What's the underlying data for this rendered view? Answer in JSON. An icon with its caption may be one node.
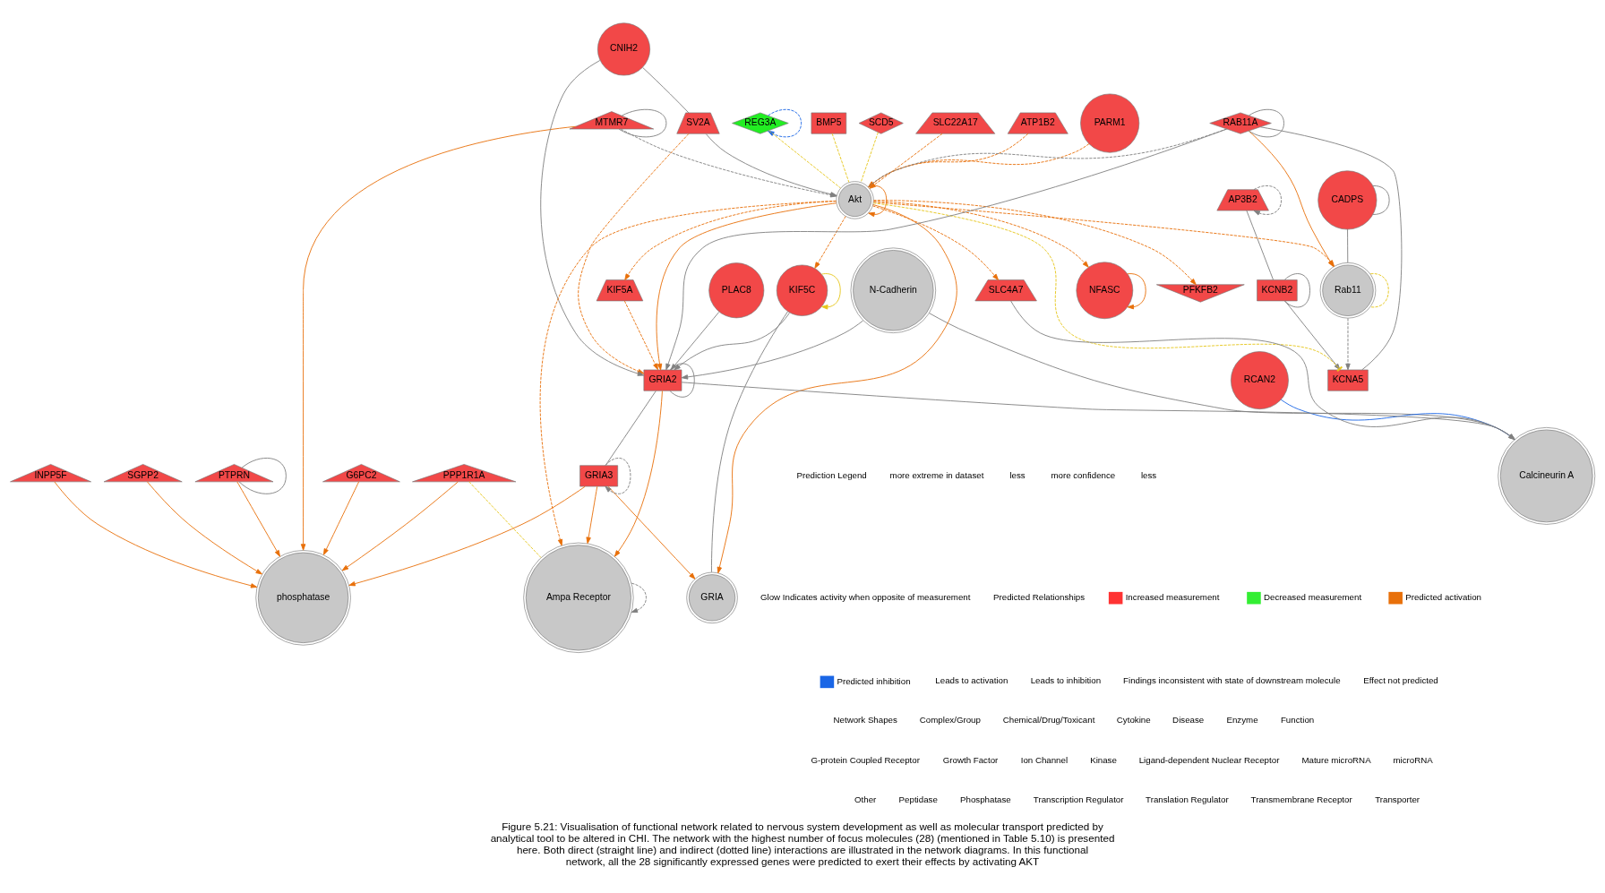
{
  "diagram": {
    "caption": "Figure 5.21: Visualisation of functional network related to nervous system development as well as molecular transport predicted by analytical tool to be altered in CHI. The network with the highest number of focus molecules (28) (mentioned in Table 5.10) is presented here. Both direct (straight line) and indirect (dotted line) interactions are illustrated in the network diagrams. In this functional network, all the 28 significantly expressed genes were predicted to exert their effects by activating AKT",
    "nodes": [
      {
        "text": [
          "phosphatase"
        ]
      },
      {
        "text": [
          "PPP1R1A"
        ]
      },
      {
        "text": [
          "G6PC2"
        ]
      },
      {
        "text": [
          "INPP5F"
        ]
      },
      {
        "text": [
          "SGPP2"
        ]
      },
      {
        "text": [
          "PTPRN"
        ]
      },
      {
        "text": [
          "MTMR7"
        ]
      },
      {
        "text": [
          "REG3A"
        ]
      },
      {
        "text": [
          "BMP5"
        ]
      },
      {
        "text": [
          "SCD5"
        ]
      },
      {
        "text": [
          "SLC22A17"
        ]
      },
      {
        "text": [
          "ATP1B2"
        ]
      },
      {
        "text": [
          "PARM1"
        ]
      },
      {
        "text": [
          "PLAC8"
        ]
      },
      {
        "text": [
          "N-Cadherin"
        ]
      },
      {
        "text": [
          "GRIA"
        ]
      },
      {
        "text": [
          "SV2A"
        ]
      },
      {
        "text": [
          "KCNB2"
        ]
      },
      {
        "text": [
          "Rab11"
        ]
      },
      {
        "text": [
          "NFASC"
        ]
      },
      {
        "text": [
          "RCAN2"
        ]
      },
      {
        "text": [
          "CNIH2"
        ]
      },
      {
        "text": [
          "CADPS"
        ]
      },
      {
        "text": [
          "AP3B2"
        ]
      },
      {
        "text": [
          "KIF5A"
        ]
      },
      {
        "text": [
          "Calcineurin A"
        ]
      },
      {
        "text": [
          "Ampa Receptor"
        ]
      },
      {
        "text": [
          "KIF5C"
        ]
      },
      {
        "text": [
          "Akt"
        ]
      },
      {
        "text": [
          "RAB11A"
        ]
      },
      {
        "text": [
          "GRIA3"
        ]
      },
      {
        "text": [
          "SLC4A7"
        ]
      },
      {
        "text": [
          "PFKFB2"
        ]
      },
      {
        "text": [
          "GRIA2"
        ]
      },
      {
        "text": [
          "KCNA5"
        ]
      }
    ],
    "edges": [
      {
        "from": 1,
        "to": 0,
        "arrow": "to",
        "color": "#e8700a"
      },
      {
        "from": 2,
        "to": 0,
        "arrow": "to",
        "color": "#e8700a"
      },
      {
        "from": 3,
        "to": 0,
        "arrow": "to",
        "color": "#e8700a"
      },
      {
        "from": 4,
        "to": 0,
        "arrow": "to",
        "color": "#e8700a"
      },
      {
        "from": 5,
        "to": 0,
        "arrow": "to",
        "color": "#e8700a"
      },
      {
        "from": 6,
        "to": 0,
        "arrow": "to",
        "color": "#e8700a"
      },
      {
        "from": 30,
        "to": 0,
        "arrow": "to",
        "color": "#e8700a"
      },
      {
        "from": 30,
        "to": 26,
        "arrow": "to",
        "color": "#e8700a"
      },
      {
        "from": 30,
        "to": 15,
        "arrow": "to",
        "color": "#e8700a"
      },
      {
        "from": 5,
        "to": 5,
        "arrow": "none"
      },
      {
        "from": 6,
        "to": 6,
        "arrow": "none"
      },
      {
        "from": 7,
        "to": 7,
        "arrow": "to",
        "style": "dashed",
        "color": "#1a66e6"
      },
      {
        "from": 22,
        "to": 22,
        "arrow": "none"
      },
      {
        "from": 23,
        "to": 23,
        "arrow": "to",
        "style": "dashed"
      },
      {
        "from": 17,
        "to": 17,
        "arrow": "none"
      },
      {
        "from": 18,
        "to": 18,
        "arrow": "none",
        "style": "dashed",
        "color": "#e6c619"
      },
      {
        "from": 19,
        "to": 19,
        "arrow": "to",
        "color": "#e8700a"
      },
      {
        "from": 26,
        "to": 26,
        "arrow": "to",
        "style": "dashed"
      },
      {
        "from": 27,
        "to": 27,
        "arrow": "to",
        "color": "#e6c619"
      },
      {
        "from": 29,
        "to": 29,
        "arrow": "none"
      },
      {
        "from": 33,
        "to": 33,
        "arrow": "none"
      },
      {
        "from": 30,
        "to": 30,
        "arrow": "to",
        "style": "dashed"
      },
      {
        "from": 28,
        "to": 28,
        "arrow": "to",
        "color": "#e8700a"
      },
      {
        "from": 1,
        "to": 26,
        "arrow": "none",
        "style": "dashed",
        "color": "#e6c619"
      },
      {
        "from": 7,
        "to": 28,
        "arrow": "none",
        "style": "dashed",
        "color": "#e6c619"
      },
      {
        "from": 8,
        "to": 28,
        "arrow": "none",
        "style": "dashed",
        "color": "#e6c619"
      },
      {
        "from": 9,
        "to": 28,
        "arrow": "none",
        "style": "dashed",
        "color": "#e6c619"
      },
      {
        "from": 28,
        "to": 34,
        "arrow": "other",
        "style": "dashed",
        "color": "#e6c619"
      },
      {
        "from": 6,
        "to": 28,
        "arrow": "to",
        "style": "dashed"
      },
      {
        "from": 29,
        "to": 28,
        "arrow": "none",
        "style": "dashed"
      },
      {
        "from": 18,
        "to": 34,
        "arrow": "to",
        "style": "dashed"
      },
      {
        "from": 10,
        "to": 28,
        "arrow": "to",
        "style": "dashed",
        "color": "#e8700a"
      },
      {
        "from": 11,
        "to": 28,
        "arrow": "to",
        "style": "dashed",
        "color": "#e8700a"
      },
      {
        "from": 12,
        "to": 28,
        "arrow": "to",
        "style": "dashed",
        "color": "#e8700a"
      },
      {
        "from": 28,
        "to": 31,
        "arrow": "to",
        "style": "dashed",
        "color": "#e8700a"
      },
      {
        "from": 28,
        "to": 32,
        "arrow": "to",
        "style": "dashed",
        "color": "#e8700a"
      },
      {
        "from": 28,
        "to": 27,
        "arrow": "to",
        "style": "dashed",
        "color": "#e8700a"
      },
      {
        "from": 28,
        "to": 26,
        "arrow": "to",
        "style": "dashed",
        "color": "#e8700a"
      },
      {
        "from": 28,
        "to": 19,
        "arrow": "to",
        "style": "dashed",
        "color": "#e8700a"
      },
      {
        "from": 28,
        "to": 18,
        "arrow": "to",
        "style": "dashed",
        "color": "#e8700a"
      },
      {
        "from": 28,
        "to": 24,
        "arrow": "to",
        "style": "dashed",
        "color": "#e8700a"
      },
      {
        "from": 16,
        "to": 33,
        "arrow": "to",
        "style": "dashed",
        "color": "#e8700a"
      },
      {
        "from": 24,
        "to": 33,
        "arrow": "to",
        "style": "dashed",
        "color": "#e8700a"
      },
      {
        "from": 28,
        "to": 15,
        "arrow": "to",
        "color": "#e8700a"
      },
      {
        "from": 28,
        "to": 33,
        "arrow": "to",
        "color": "#e8700a"
      },
      {
        "from": 29,
        "to": 18,
        "arrow": "to",
        "color": "#e8700a"
      },
      {
        "from": 33,
        "to": 26,
        "arrow": "to",
        "color": "#e8700a"
      },
      {
        "from": 21,
        "to": 33,
        "arrow": "to"
      },
      {
        "from": 21,
        "to": 16,
        "arrow": "none"
      },
      {
        "from": 22,
        "to": 18,
        "arrow": "none"
      },
      {
        "from": 23,
        "to": 17,
        "arrow": "none"
      },
      {
        "from": 27,
        "to": 33,
        "arrow": "to"
      },
      {
        "from": 29,
        "to": 33,
        "arrow": "to"
      },
      {
        "from": 29,
        "to": 34,
        "arrow": "none"
      },
      {
        "from": 13,
        "to": 33,
        "arrow": "to"
      },
      {
        "from": 14,
        "to": 33,
        "arrow": "to"
      },
      {
        "from": 16,
        "to": 28,
        "arrow": "to"
      },
      {
        "from": 17,
        "to": 34,
        "arrow": "to"
      },
      {
        "from": 14,
        "to": 25,
        "arrow": "to"
      },
      {
        "from": 33,
        "to": 25,
        "arrow": "to"
      },
      {
        "from": 31,
        "to": 25,
        "arrow": "to"
      },
      {
        "from": 33,
        "to": 30,
        "arrow": "none"
      },
      {
        "from": 27,
        "to": 15,
        "arrow": "none"
      },
      {
        "from": 20,
        "to": 25,
        "arrow": "none",
        "color": "#1a66e6"
      }
    ],
    "labels": [
      "Prediction Legend",
      "more extreme in dataset",
      "less",
      "more confidence",
      "less",
      "Glow Indicates activity when opposite of measurement",
      "Predicted Relationships",
      "Network Shapes"
    ],
    "legend": [
      {
        "text": "Increased measurement",
        "color": "#ff3333"
      },
      {
        "text": "Decreased measurement",
        "color": "#33ee33"
      },
      {
        "text": "Predicted activation",
        "color": "#e8700a"
      },
      {
        "text": "Predicted inhibition",
        "color": "#1a66e6"
      },
      {
        "text": "Leads to activation"
      },
      {
        "text": "Leads to inhibition"
      },
      {
        "text": "Findings inconsistent with state of downstream molecule"
      },
      {
        "text": "Effect not predicted"
      },
      {
        "text": "Complex/Group"
      },
      {
        "text": "Chemical/Drug/Toxicant"
      },
      {
        "text": "Cytokine"
      },
      {
        "text": "Disease"
      },
      {
        "text": "Enzyme"
      },
      {
        "text": "Function"
      },
      {
        "text": "G-protein Coupled Receptor"
      },
      {
        "text": "Growth Factor"
      },
      {
        "text": "Ion Channel"
      },
      {
        "text": "Kinase"
      },
      {
        "text": "Ligand-dependent Nuclear Receptor"
      },
      {
        "text": "Mature microRNA"
      },
      {
        "text": "microRNA"
      },
      {
        "text": "Other"
      },
      {
        "text": "Peptidase"
      },
      {
        "text": "Phosphatase"
      },
      {
        "text": "Transcription Regulator"
      },
      {
        "text": "Translation Regulator"
      },
      {
        "text": "Transmembrane Receptor"
      },
      {
        "text": "Transporter"
      }
    ]
  }
}
